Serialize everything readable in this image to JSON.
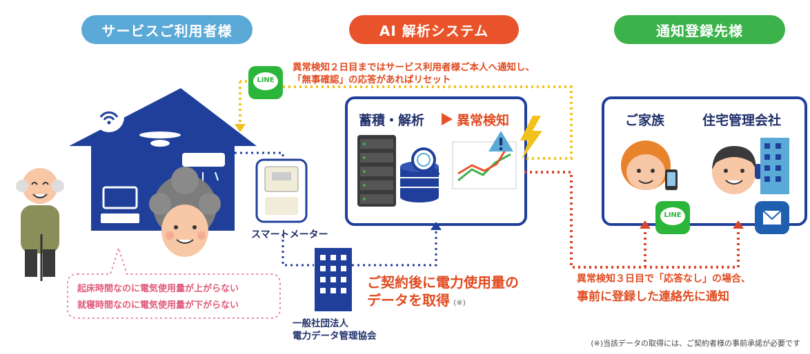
{
  "headers": {
    "user": "サービスご利用者様",
    "ai": "AI 解析システム",
    "notify": "通知登録先様"
  },
  "colors": {
    "user_header": "#5aa9d6",
    "ai_header": "#e9532b",
    "notify_header": "#3cb24a",
    "navy": "#1f3f9a",
    "line_green": "#2bb53a",
    "yellow_dots": "#f2c21b",
    "red_dots": "#d9452b",
    "accent_orange": "#e04a1f"
  },
  "notes": {
    "line1": "異常検知２日目まではサービス利用者様ご本人へ通知し、",
    "line2": "「無事確認」の応答があればリセット",
    "day3_line1": "異常検知３日目で「応答なし」の場合、",
    "day3_line2": "事前に登録した連絡先に通知",
    "data_line1": "ご契約後に電力使用量の",
    "data_line2": "データを取得",
    "data_mark": "(※)",
    "footnote": "(※)当該データの取得には、ご契約者様の事前承諾が必要です"
  },
  "ai_box": {
    "step1": "蓄積・解析",
    "step2": "異常検知"
  },
  "notify_box": {
    "family": "ご家族",
    "company": "住宅管理会社"
  },
  "labels": {
    "smart_meter": "スマートメーター",
    "org_line1": "一般社団法人",
    "org_line2": "電力データ管理協会",
    "line_app": "LINE"
  },
  "bubble": {
    "line1": "起床時間なのに電気使用量が上がらない",
    "line2": "就寝時間なのに電気使用量が下がらない"
  }
}
